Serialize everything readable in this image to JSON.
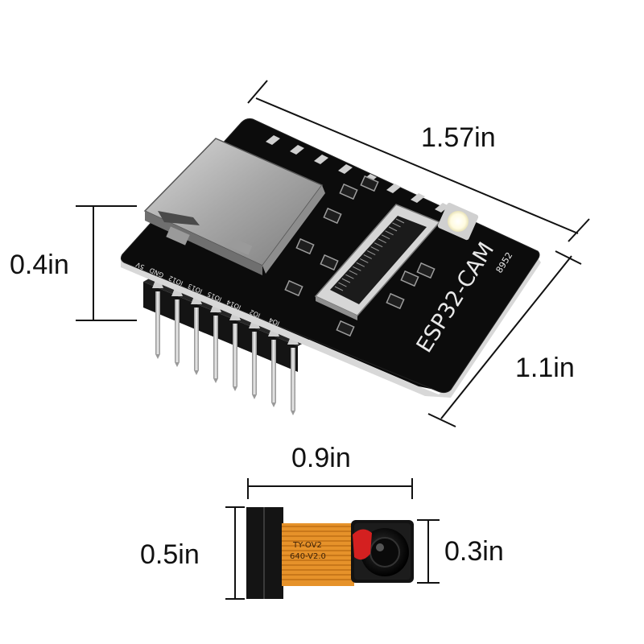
{
  "dimensions": {
    "board_width": "1.57in",
    "board_height": "1.1in",
    "board_thickness": "0.4in",
    "camera_length": "0.9in",
    "camera_height": "0.5in",
    "lens_height": "0.3in"
  },
  "board": {
    "name": "ESP32-CAM",
    "pin_labels": [
      "5V",
      "GND",
      "IO12",
      "IO13",
      "IO15",
      "IO14",
      "IO2",
      "IO4"
    ],
    "part_code": "8952"
  },
  "camera": {
    "model": "TY-OV2",
    "spec": "640-V2.0"
  },
  "colors": {
    "pcb": "#0b0b0b",
    "flex_cable": "#e6922a",
    "lens_tab": "#d42020",
    "led": "#fffbe0"
  }
}
